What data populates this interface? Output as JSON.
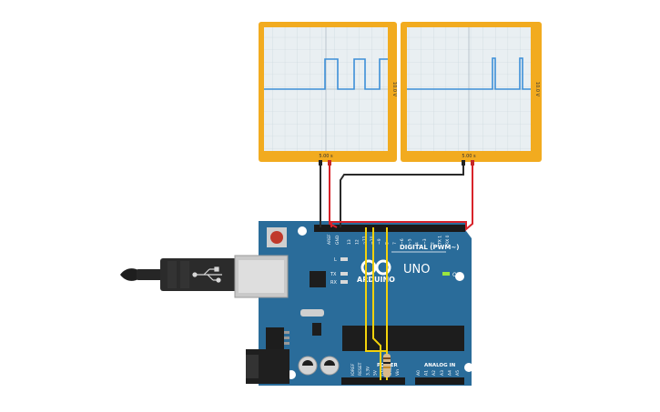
{
  "scopes": [
    {
      "time_label": "5.00 s",
      "volt_label": "10.0 V"
    },
    {
      "time_label": "5.00 s",
      "volt_label": "10.0 V"
    }
  ],
  "board": {
    "brand": "ARDUINO",
    "model": "UNO",
    "on_label": "ON",
    "l_label": "L",
    "tx_label": "TX",
    "rx_label": "RX",
    "digital_label": "DIGITAL (PWM~)",
    "power_label": "POWER",
    "analog_label": "ANALOG IN",
    "aref_label": "AREF",
    "gnd_label": "GND",
    "digital_pins": [
      "13",
      "12",
      "~11",
      "~10",
      "~9",
      "8",
      "7",
      "~6",
      "~5",
      "4",
      "~3",
      "2",
      "TX 1",
      "RX 0"
    ],
    "power_pins": [
      "IOREF",
      "RESET",
      "3.3V",
      "5V",
      "GND",
      "GND",
      "Vin"
    ],
    "analog_pins": [
      "A0",
      "A1",
      "A2",
      "A3",
      "A4",
      "A5"
    ]
  },
  "colors": {
    "scope_frame": "#f2ab1f",
    "scope_screen": "#e9eff2",
    "trace": "#3d8fd8",
    "board": "#2a6c9a",
    "wire_red": "#d8232a",
    "wire_black": "#2a2a2a",
    "wire_yellow": "#f4d20a"
  }
}
